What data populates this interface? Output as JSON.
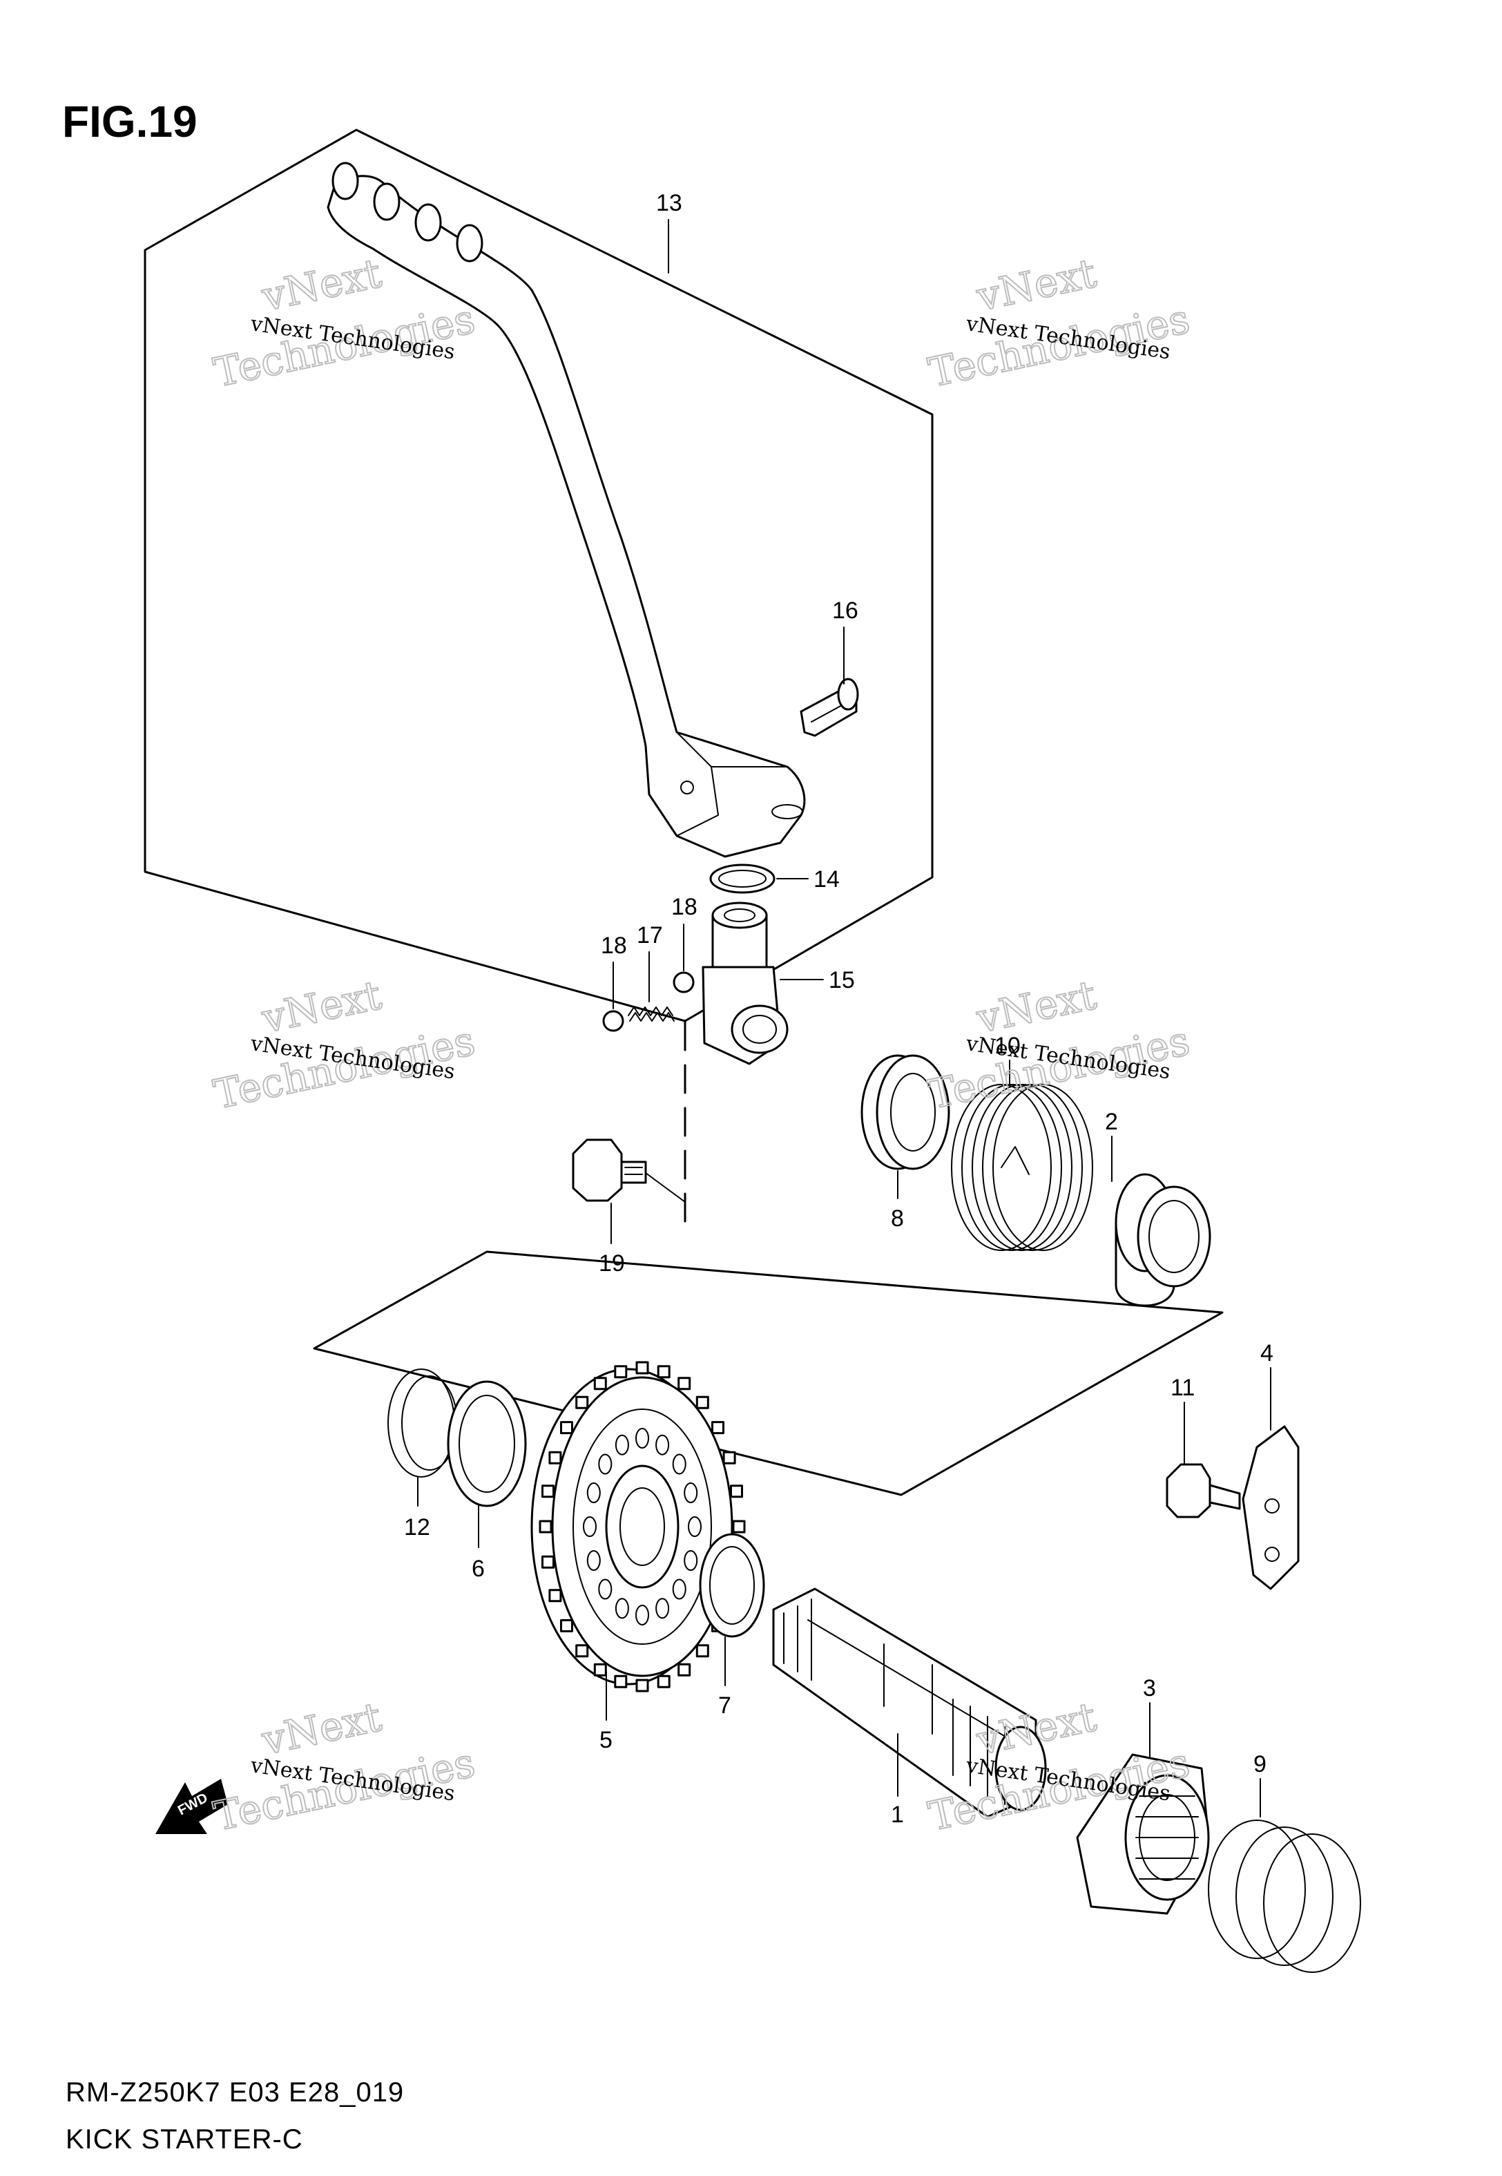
{
  "figure": {
    "title": "FIG.19"
  },
  "caption": {
    "model_code": "RM-Z250K7 E03 E28_019",
    "section_name": "KICK STARTER-C"
  },
  "parts": [
    {
      "id": "1"
    },
    {
      "id": "2"
    },
    {
      "id": "3"
    },
    {
      "id": "4"
    },
    {
      "id": "5"
    },
    {
      "id": "6"
    },
    {
      "id": "7"
    },
    {
      "id": "8"
    },
    {
      "id": "9"
    },
    {
      "id": "10"
    },
    {
      "id": "11"
    },
    {
      "id": "12"
    },
    {
      "id": "13"
    },
    {
      "id": "14"
    },
    {
      "id": "15"
    },
    {
      "id": "16"
    },
    {
      "id": "17"
    },
    {
      "id": "18"
    },
    {
      "id": "19"
    }
  ],
  "fwd_marker": {
    "label": "FWD"
  },
  "watermark": {
    "line1": "vNext Technologies",
    "line2": "vNext",
    "line3": "Technologies"
  }
}
